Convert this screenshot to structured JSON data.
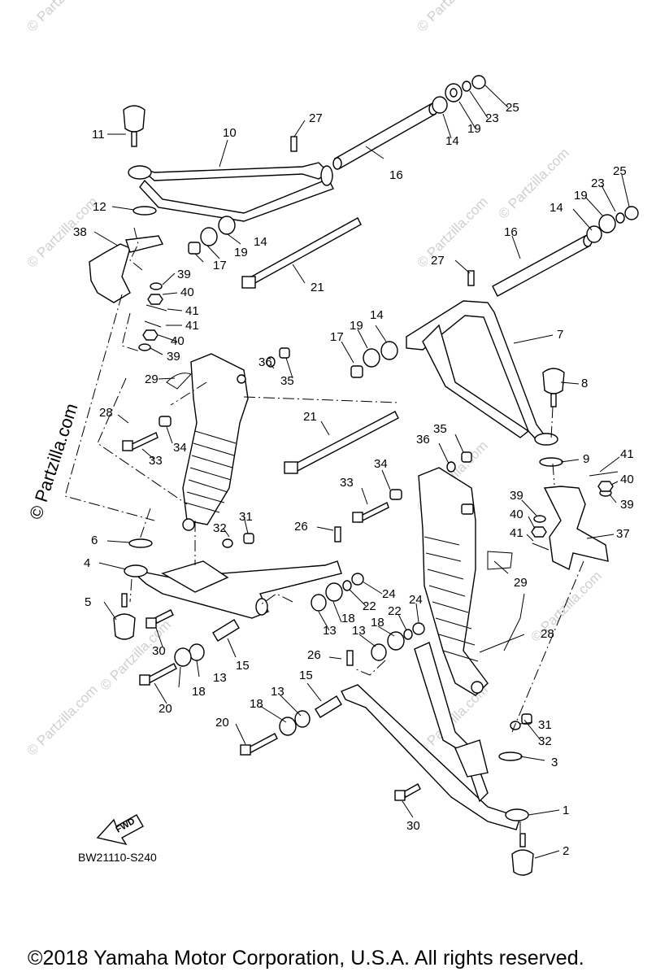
{
  "diagram": {
    "reference_code": "BW21110-S240",
    "fwd_label": "FWD",
    "copyright": "©2018 Yamaha Motor Corporation, U.S.A. All rights reserved.",
    "watermark": "© Partzilla.com",
    "watermark_small": "© Partzilla.com",
    "callouts": {
      "c1": "1",
      "c2": "2",
      "c3": "3",
      "c4": "4",
      "c5": "5",
      "c6": "6",
      "c7": "7",
      "c8": "8",
      "c9": "9",
      "c10": "10",
      "c11": "11",
      "c12": "12",
      "c13a": "13",
      "c13b": "13",
      "c13c": "13",
      "c13d": "13",
      "c14a": "14",
      "c14b": "14",
      "c14c": "14",
      "c14d": "14",
      "c15a": "15",
      "c15b": "15",
      "c16a": "16",
      "c16b": "16",
      "c17a": "17",
      "c17b": "17",
      "c18a": "18",
      "c18b": "18",
      "c18c": "18",
      "c18d": "18",
      "c19a": "19",
      "c19b": "19",
      "c19c": "19",
      "c19d": "19",
      "c20a": "20",
      "c20b": "20",
      "c21a": "21",
      "c21b": "21",
      "c22a": "22",
      "c22b": "22",
      "c23a": "23",
      "c23b": "23",
      "c24a": "24",
      "c24b": "24",
      "c25a": "25",
      "c25b": "25",
      "c26a": "26",
      "c26b": "26",
      "c27a": "27",
      "c27b": "27",
      "c28a": "28",
      "c28b": "28",
      "c29a": "29",
      "c29b": "29",
      "c30a": "30",
      "c30b": "30",
      "c31a": "31",
      "c31b": "31",
      "c32a": "32",
      "c32b": "32",
      "c33a": "33",
      "c33b": "33",
      "c34a": "34",
      "c34b": "34",
      "c35a": "35",
      "c35b": "35",
      "c36a": "36",
      "c36b": "36",
      "c37": "37",
      "c38": "38",
      "c39a": "39",
      "c39b": "39",
      "c39c": "39",
      "c39d": "39",
      "c40a": "40",
      "c40b": "40",
      "c40c": "40",
      "c40d": "40",
      "c41a": "41",
      "c41b": "41",
      "c41c": "41",
      "c41d": "41"
    }
  }
}
